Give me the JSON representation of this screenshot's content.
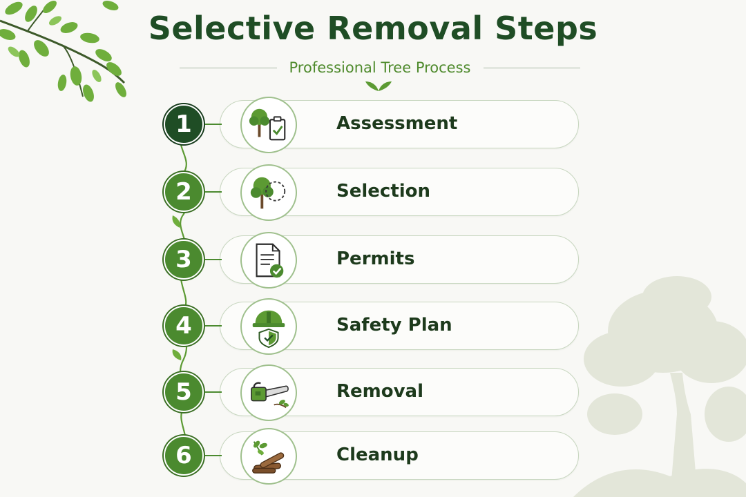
{
  "header": {
    "title": "Selective Removal Steps",
    "subtitle": "Professional Tree Process"
  },
  "colors": {
    "title": "#1f4d25",
    "accent": "#4b8a2f",
    "subtitle": "#4e8a2c",
    "pill_border": "#c7d6bf",
    "label": "#1d3a1c"
  },
  "steps": [
    {
      "number": "1",
      "label": "Assessment",
      "icon": "tree-clipboard-icon"
    },
    {
      "number": "2",
      "label": "Selection",
      "icon": "tree-selection-icon"
    },
    {
      "number": "3",
      "label": "Permits",
      "icon": "document-check-icon"
    },
    {
      "number": "4",
      "label": "Safety Plan",
      "icon": "hardhat-shield-icon"
    },
    {
      "number": "5",
      "label": "Removal",
      "icon": "chainsaw-icon"
    },
    {
      "number": "6",
      "label": "Cleanup",
      "icon": "logs-leaves-icon"
    }
  ]
}
